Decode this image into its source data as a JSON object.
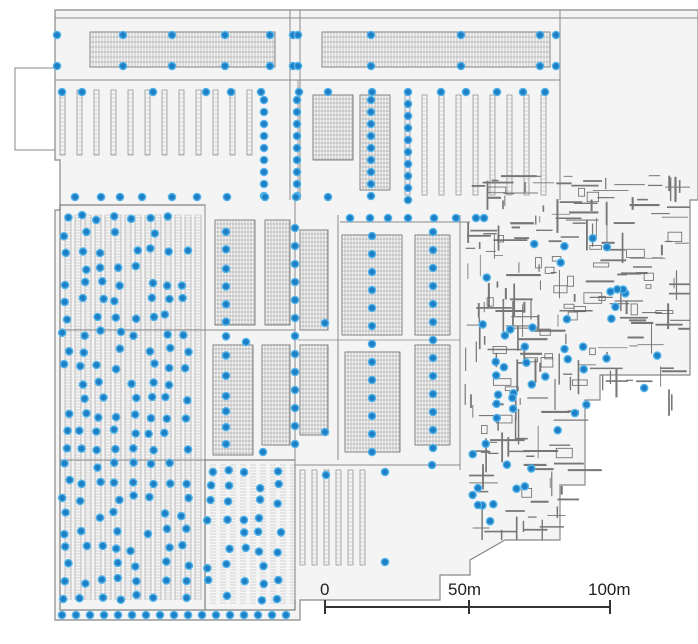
{
  "map": {
    "background": "#f4f4f4",
    "line_color": "#8a8a8a",
    "marker_color": "#1f7fc4",
    "marker_ring": "#4fb3ea"
  },
  "scale_bar": {
    "labels": [
      "0",
      "50m",
      "100m"
    ]
  }
}
